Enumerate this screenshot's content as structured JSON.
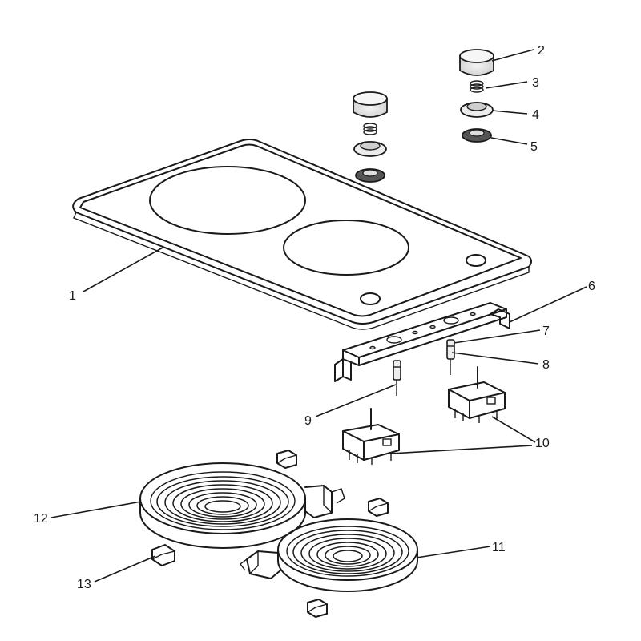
{
  "callouts": [
    {
      "id": "1",
      "text": "1"
    },
    {
      "id": "2",
      "text": "2"
    },
    {
      "id": "3",
      "text": "3"
    },
    {
      "id": "4",
      "text": "4"
    },
    {
      "id": "5",
      "text": "5"
    },
    {
      "id": "6",
      "text": "6"
    },
    {
      "id": "7",
      "text": "7"
    },
    {
      "id": "8",
      "text": "8"
    },
    {
      "id": "9",
      "text": "9"
    },
    {
      "id": "10",
      "text": "10"
    },
    {
      "id": "11",
      "text": "11"
    },
    {
      "id": "12",
      "text": "12"
    },
    {
      "id": "13",
      "text": "13"
    }
  ],
  "colors": {
    "line": "#1a1a1a",
    "background": "#ffffff",
    "shade": "#9a9a9a"
  }
}
